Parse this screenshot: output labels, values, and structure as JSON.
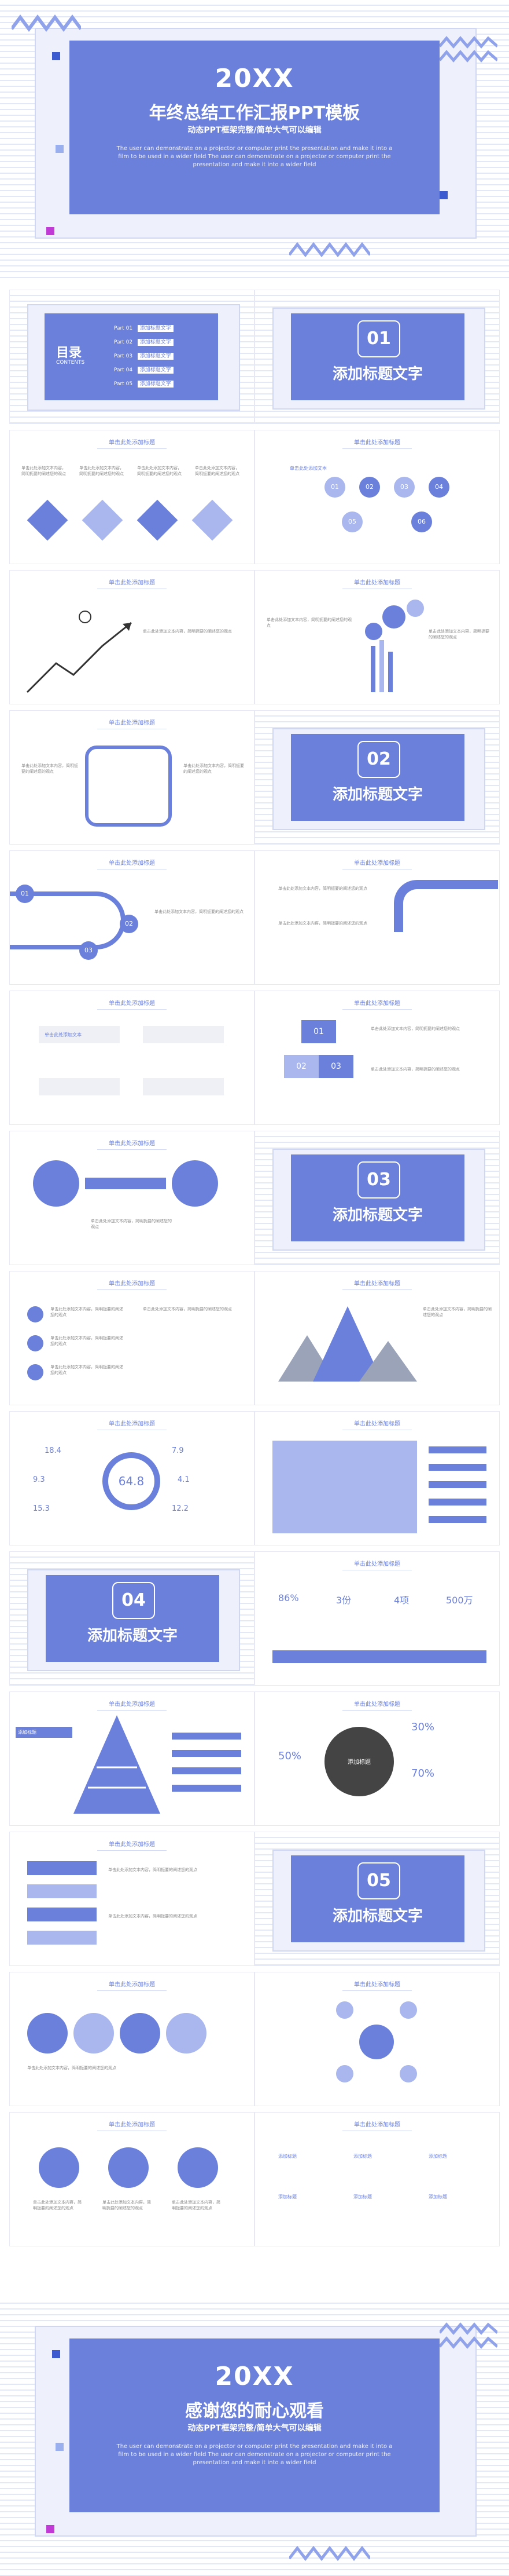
{
  "cover": {
    "year": "20XX",
    "title": "年终总结工作汇报PPT模板",
    "subtitle": "动态PPT框架完整/简单大气可以编辑",
    "desc": "The user can demonstrate on a projector or computer print the presentation and make it into a film to be used in a wider field The user can demonstrate on a projector or computer print the presentation and make it into a wider field"
  },
  "toc": {
    "title": "目录",
    "subtitle": "CONTENTS",
    "items": [
      {
        "part": "Part 01",
        "label": "添加标题文字"
      },
      {
        "part": "Part 02",
        "label": "添加标题文字"
      },
      {
        "part": "Part 03",
        "label": "添加标题文字"
      },
      {
        "part": "Part 04",
        "label": "添加标题文字"
      },
      {
        "part": "Part 05",
        "label": "添加标题文字"
      }
    ]
  },
  "sections": [
    {
      "num": "01",
      "title": "添加标题文字"
    },
    {
      "num": "02",
      "title": "添加标题文字"
    },
    {
      "num": "03",
      "title": "添加标题文字"
    },
    {
      "num": "04",
      "title": "添加标题文字"
    },
    {
      "num": "05",
      "title": "添加标题文字"
    }
  ],
  "slide_header": "单击此处添加标题",
  "generic": {
    "add_title": "添加标题",
    "add_text": "单击此处添加文本",
    "body": "单击此处添加文本内容，简明扼要的阐述您的观点"
  },
  "numbers": [
    "01",
    "02",
    "03",
    "04",
    "05",
    "06"
  ],
  "stats": {
    "ring_values": [
      "18.4",
      "9.3",
      "15.3",
      "7.9",
      "4.1",
      "12.2"
    ],
    "ring_center": "64.8",
    "percents": [
      "86%",
      "3份",
      "4项",
      "500万"
    ],
    "gauge_top": "30%",
    "gauge_left": "50%",
    "gauge_right": "70%",
    "gauge_center": "添加标题"
  },
  "ending": {
    "year": "20XX",
    "title": "感谢您的耐心观看",
    "subtitle": "动态PPT框架完整/简单大气可以编辑",
    "desc": "The user can demonstrate on a projector or computer print the presentation and make it into a film to be used in a wider field The user can demonstrate on a projector or computer print the presentation and make it into a wider field"
  }
}
